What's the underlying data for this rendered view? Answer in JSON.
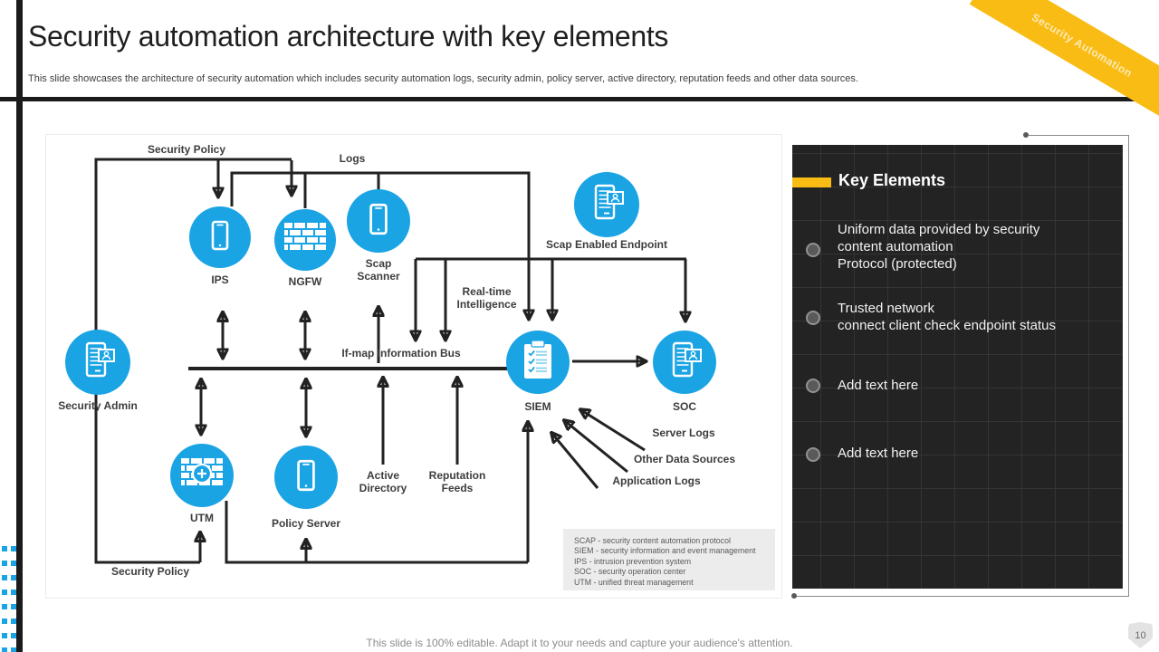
{
  "slide": {
    "title": "Security automation architecture with key elements",
    "subtitle": "This slide showcases the architecture of security automation which includes security automation logs, security admin, policy server, active directory, reputation feeds and other data sources.",
    "footer_note": "This slide is 100% editable. Adapt it to your needs and capture your audience's attention.",
    "page_number": "10",
    "corner_ribbon": "Security Automation"
  },
  "colors": {
    "accent_blue": "#1AA4E4",
    "accent_yellow": "#F9BC15",
    "panel_background": "#232323",
    "connector": "#222222"
  },
  "diagram": {
    "nodes": {
      "ips": "IPS",
      "ngfw": "NGFW",
      "scap_scanner": "Scap\nScanner",
      "scap_endpoint": "Scap Enabled Endpoint",
      "security_admin": "Security Admin",
      "siem": "SIEM",
      "soc": "SOC",
      "utm": "UTM",
      "policy_server": "Policy Server"
    },
    "node_icons": {
      "ips": "smartphone-icon",
      "ngfw": "firewall-bricks-icon",
      "scap_scanner": "smartphone-icon",
      "scap_endpoint": "device-profile-icon",
      "security_admin": "device-profile-icon",
      "siem": "checklist-clipboard-icon",
      "soc": "device-profile-icon",
      "utm": "firewall-plus-icon",
      "policy_server": "smartphone-icon"
    },
    "flow_labels": {
      "security_policy_top": "Security Policy",
      "logs": "Logs",
      "realtime_intelligence": "Real-time\nIntelligence",
      "information_bus": "If-map Information Bus",
      "active_directory": "Active\nDirectory",
      "reputation_feeds": "Reputation\nFeeds",
      "server_logs": "Server Logs",
      "other_data_sources": "Other Data Sources",
      "application_logs": "Application Logs",
      "security_policy_bottom": "Security Policy"
    },
    "legend": [
      "SCAP - security content automation protocol",
      "SIEM - security information and event management",
      "IPS - intrusion prevention system",
      "SOC - security operation center",
      "UTM - unified threat management"
    ]
  },
  "key_elements": {
    "heading": "Key Elements",
    "bullets": [
      "Uniform data provided by security\ncontent automation\nProtocol (protected)",
      "Trusted network\nconnect client check endpoint status",
      "Add text here",
      "Add text here"
    ]
  }
}
